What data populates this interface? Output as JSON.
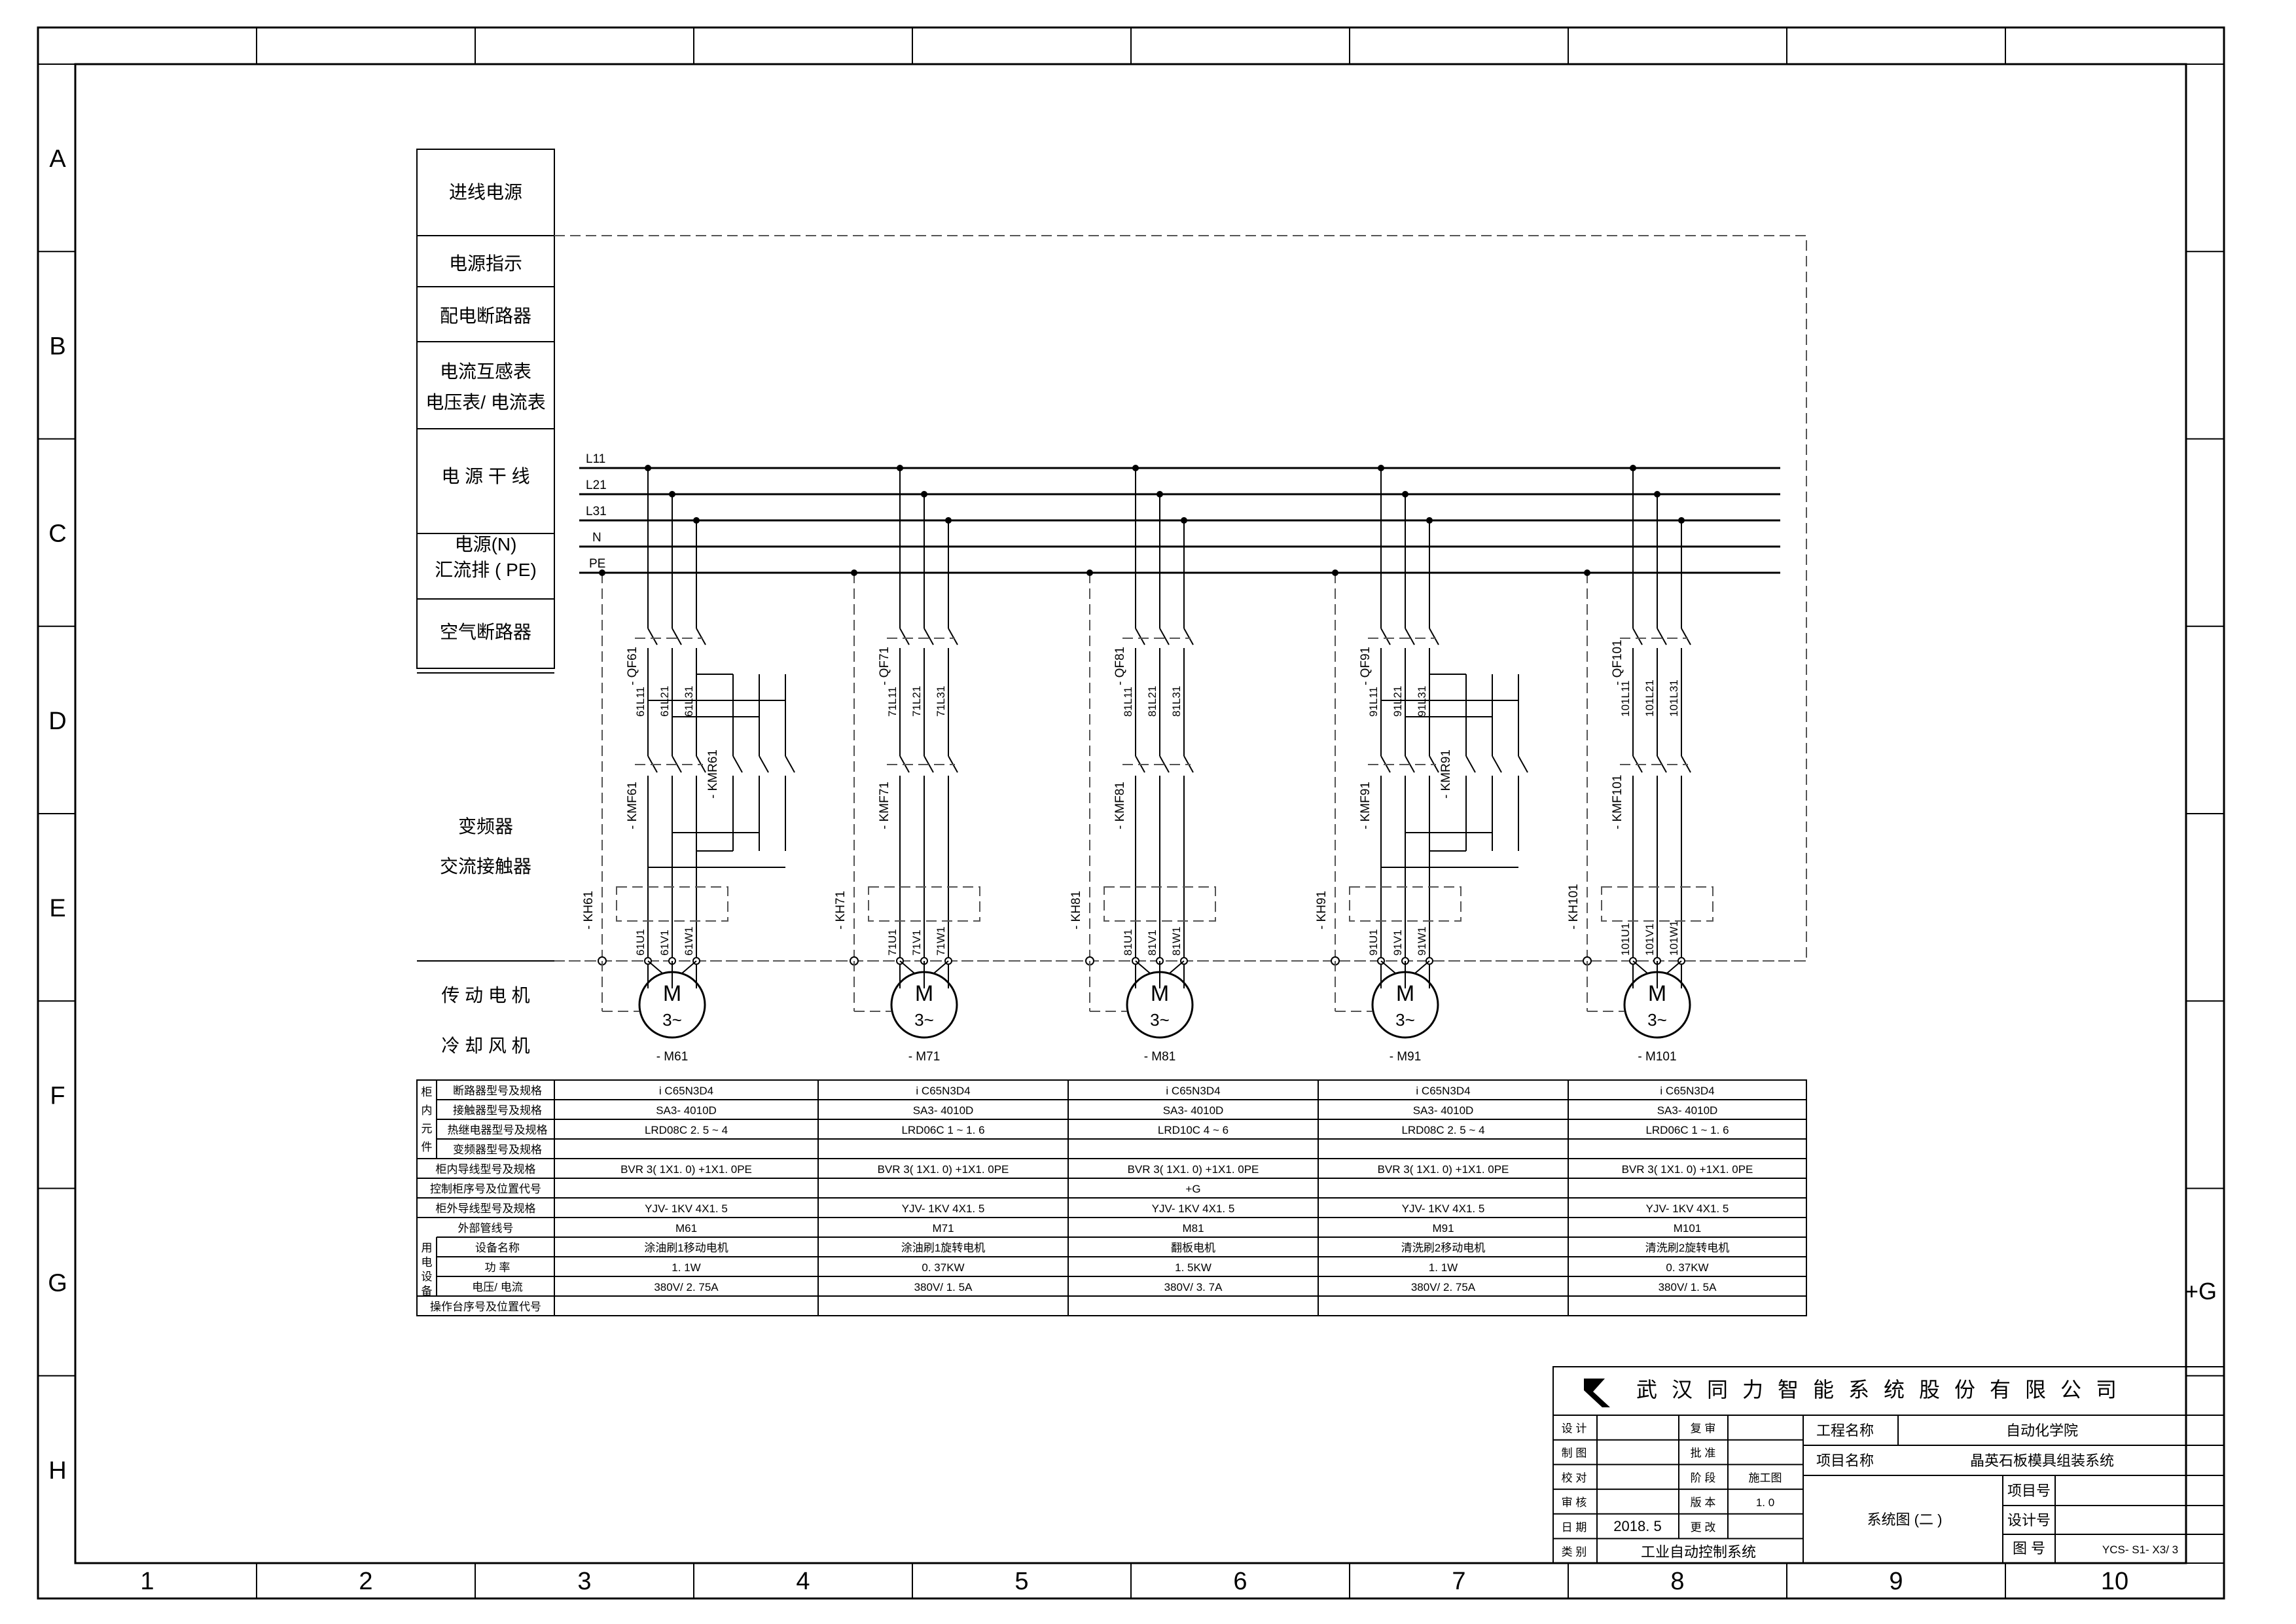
{
  "sheet": {
    "columns": [
      "1",
      "2",
      "3",
      "4",
      "5",
      "6",
      "7",
      "8",
      "9",
      "10"
    ],
    "rows": [
      "A",
      "B",
      "C",
      "D",
      "E",
      "F",
      "G",
      "H"
    ],
    "ground_tag": "+G"
  },
  "left_labels": {
    "incoming_power": "进线电源",
    "power_indication": "电源指示",
    "distribution_breaker": "配电断路器",
    "ct_line1": "电流互感表",
    "ct_line2": "电压表/ 电流表",
    "main_bus": "电 源 干 线",
    "bus_n": "电源(N)",
    "bus_pe": "汇流排 ( PE)",
    "air_breaker": "空气断路器",
    "vfd_line1": "变频器",
    "vfd_line2": "交流接触器",
    "motor_line1": "传 动 电 机",
    "motor_line2": "冷 却 风 机"
  },
  "bus_lines": [
    "L11",
    "L21",
    "L31",
    "N",
    "PE"
  ],
  "circuits": [
    {
      "breaker": "- QF61",
      "wires": [
        "61L11",
        "61L21",
        "61L31"
      ],
      "contactor": "- KMF61",
      "contactor2": "- KMR61",
      "relay": "- KH61",
      "terminals": [
        "61U1",
        "61V1",
        "61W1"
      ],
      "motor": "- M61"
    },
    {
      "breaker": "- QF71",
      "wires": [
        "71L11",
        "71L21",
        "71L31"
      ],
      "contactor": "- KMF71",
      "contactor2": "",
      "relay": "- KH71",
      "terminals": [
        "71U1",
        "71V1",
        "71W1"
      ],
      "motor": "- M71"
    },
    {
      "breaker": "- QF81",
      "wires": [
        "81L11",
        "81L21",
        "81L31"
      ],
      "contactor": "- KMF81",
      "contactor2": "",
      "relay": "- KH81",
      "terminals": [
        "81U1",
        "81V1",
        "81W1"
      ],
      "motor": "- M81"
    },
    {
      "breaker": "- QF91",
      "wires": [
        "91L11",
        "91L21",
        "91L31"
      ],
      "contactor": "- KMF91",
      "contactor2": "- KMR91",
      "relay": "- KH91",
      "terminals": [
        "91U1",
        "91V1",
        "91W1"
      ],
      "motor": "- M91"
    },
    {
      "breaker": "- QF101",
      "wires": [
        "101L11",
        "101L21",
        "101L31"
      ],
      "contactor": "- KMF101",
      "contactor2": "",
      "relay": "- KH101",
      "terminals": [
        "101U1",
        "101V1",
        "101W1"
      ],
      "motor": "- M101"
    }
  ],
  "motor_symbol": {
    "letter": "M",
    "phase": "3~"
  },
  "table": {
    "group_cabinet": "柜内元件",
    "group_equipment": "用电设备",
    "rows": [
      {
        "label": "断路器型号及规格",
        "values": [
          "i C65N3D4",
          "i C65N3D4",
          "i C65N3D4",
          "i C65N3D4",
          "i C65N3D4"
        ]
      },
      {
        "label": "接触器型号及规格",
        "values": [
          "SA3- 4010D",
          "SA3- 4010D",
          "SA3- 4010D",
          "SA3- 4010D",
          "SA3- 4010D"
        ]
      },
      {
        "label": "热继电器型号及规格",
        "values": [
          "LRD08C 2. 5 ~ 4",
          "LRD06C 1 ~ 1. 6",
          "LRD10C 4 ~ 6",
          "LRD08C 2. 5 ~ 4",
          "LRD06C 1 ~ 1. 6"
        ]
      },
      {
        "label": "变频器型号及规格",
        "values": [
          "",
          "",
          "",
          "",
          ""
        ]
      },
      {
        "label": "柜内导线型号及规格",
        "values": [
          "BVR 3( 1X1. 0) +1X1. 0PE",
          "BVR 3( 1X1. 0) +1X1. 0PE",
          "BVR 3( 1X1. 0) +1X1. 0PE",
          "BVR 3( 1X1. 0) +1X1. 0PE",
          "BVR 3( 1X1. 0) +1X1. 0PE"
        ]
      },
      {
        "label": "控制柜序号及位置代号",
        "values": [
          "",
          "",
          "+G",
          "",
          ""
        ]
      },
      {
        "label": "柜外导线型号及规格",
        "values": [
          "YJV- 1KV 4X1. 5",
          "YJV- 1KV 4X1. 5",
          "YJV- 1KV 4X1. 5",
          "YJV- 1KV 4X1. 5",
          "YJV- 1KV 4X1. 5"
        ]
      },
      {
        "label": "外部管线号",
        "values": [
          "M61",
          "M71",
          "M81",
          "M91",
          "M101"
        ]
      },
      {
        "label": "设备名称",
        "values": [
          "涂油刷1移动电机",
          "涂油刷1旋转电机",
          "翻板电机",
          "清洗刷2移动电机",
          "清洗刷2旋转电机"
        ]
      },
      {
        "label": "功    率",
        "values": [
          "1. 1W",
          "0. 37KW",
          "1. 5KW",
          "1. 1W",
          "0. 37KW"
        ]
      },
      {
        "label": "电压/ 电流",
        "values": [
          "380V/ 2. 75A",
          "380V/ 1. 5A",
          "380V/ 3. 7A",
          "380V/ 2. 75A",
          "380V/ 1. 5A"
        ]
      },
      {
        "label": "操作台序号及位置代号",
        "values": [
          "",
          "",
          "",
          "",
          ""
        ]
      }
    ]
  },
  "title_block": {
    "company": "武汉同力智能系统股份有限公司",
    "labels_left": [
      "设 计",
      "制 图",
      "校 对",
      "审 核",
      "日 期",
      "类 别"
    ],
    "labels_mid": [
      "复 审",
      "批 准",
      "阶 段",
      "版 本",
      "更 改"
    ],
    "stage": "施工图",
    "version": "1. 0",
    "date": "2018. 5",
    "category": "工业自动控制系统",
    "project_name_label": "工程名称",
    "project_name": "自动化学院",
    "item_name_label": "项目名称",
    "item_name": "晶英石板模具组装系统",
    "drawing_title": "系统图 (二 )",
    "item_no_label": "项目号",
    "design_no_label": "设计号",
    "drawing_no_label": "图    号",
    "drawing_no": "YCS- S1- X3/ 3"
  }
}
